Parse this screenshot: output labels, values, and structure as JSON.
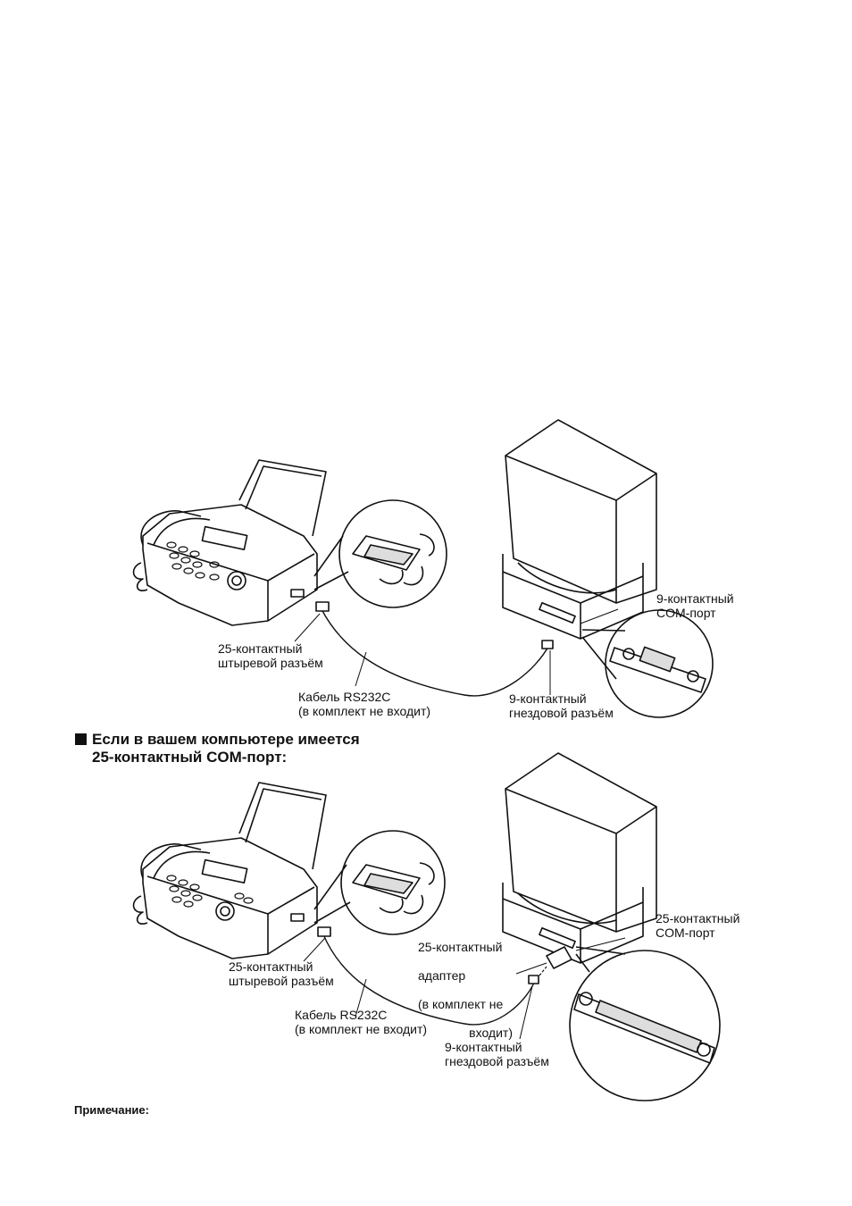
{
  "diagram1": {
    "labels": {
      "com9": "9-контактный\nCOM-порт",
      "pin25": "25-контактный\nштыревой разъём",
      "cable": "Кабель RS232C\n(в комплект не входит)",
      "socket9": "9-контактный\nгнездовой разъём"
    }
  },
  "heading": {
    "line1": "Если в вашем компьютере имеется",
    "line2": "25-контактный COM-порт:"
  },
  "diagram2": {
    "labels": {
      "com25": "25-контактный\nCOM-порт",
      "adapter_l1": "25-контактный",
      "adapter_l2": "адаптер",
      "adapter_l3": "(в комплект не",
      "adapter_l4": "входит)",
      "pin25": "25-контактный\nштыревой разъём",
      "cable": "Кабель RS232C\n(в комплект не входит)",
      "socket9": "9-контактный\nгнездовой разъём"
    }
  },
  "note": "Примечание:"
}
